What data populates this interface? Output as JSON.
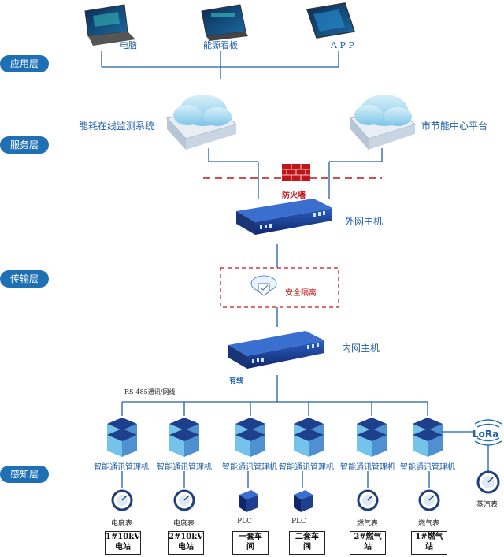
{
  "layers": {
    "application": "应用层",
    "service": "服务层",
    "transport": "传输层",
    "perception": "感知层"
  },
  "application": {
    "pc": "电脑",
    "board": "能源看板",
    "app": "A P P"
  },
  "service": {
    "monitor_system": "能耗在线监测系统",
    "city_platform": "市节能中心平台",
    "firewall": "防火墙"
  },
  "transport": {
    "outer_host": "外网主机",
    "isolation": "安全隔离",
    "inner_host": "内网主机",
    "wired": "有线",
    "protocol": "RS-485通讯/网线"
  },
  "perception": {
    "managers": [
      "智能通讯管理机",
      "智能通讯管理机",
      "智能通讯管理机",
      "智能通讯管理机",
      "智能通讯管理机",
      "智能通讯管理机"
    ],
    "devices": [
      "电度表",
      "电度表",
      "PLC",
      "PLC",
      "燃气表",
      "燃气表"
    ],
    "stations": [
      [
        "1#10kV",
        "电站"
      ],
      [
        "2#10kV",
        "电站"
      ],
      [
        "一套车",
        "间"
      ],
      [
        "二套车",
        "间"
      ],
      [
        "2#燃气",
        "站"
      ],
      [
        "1#燃气",
        "站"
      ]
    ],
    "lora": "LoRa",
    "steam_meter": "蒸汽表"
  },
  "colors": {
    "pill": "#1f6fb5",
    "line": "#1f5fa8",
    "firewall": "#c0151b",
    "server": "#1e3f8f"
  }
}
